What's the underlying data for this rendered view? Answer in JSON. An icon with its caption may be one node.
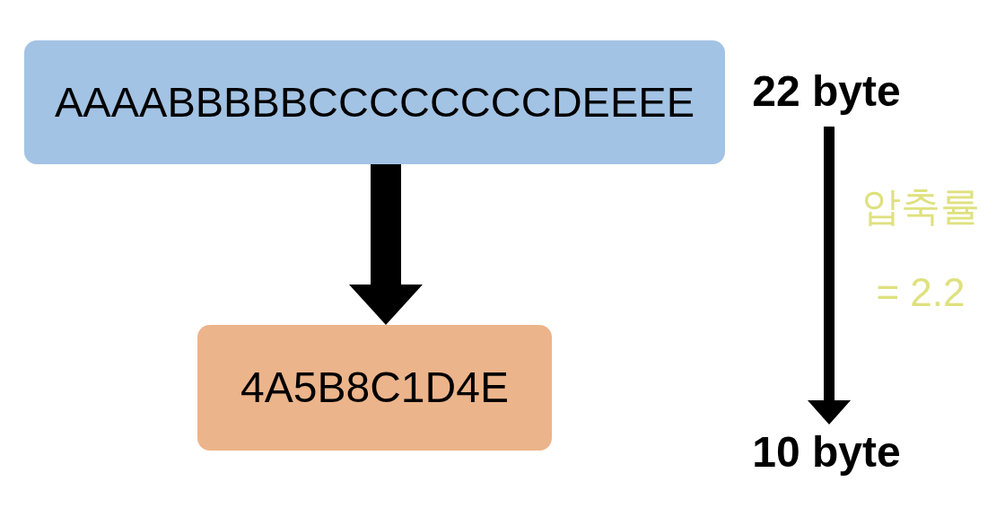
{
  "diagram": {
    "nodes": [
      {
        "text": [
          "AAAABBBBBCCCCCCCCDEEEE"
        ]
      },
      {
        "text": [
          "4A5B8C1D4E"
        ]
      },
      {
        "text": [
          "22 byte"
        ]
      },
      {
        "text": [
          "10 byte"
        ]
      }
    ],
    "edges": [
      {
        "from": 0,
        "to": 1,
        "arrow": "to",
        "style": "thick"
      },
      {
        "from": 2,
        "to": 3,
        "arrow": "to",
        "label": "압축률 = 2.2"
      }
    ]
  }
}
